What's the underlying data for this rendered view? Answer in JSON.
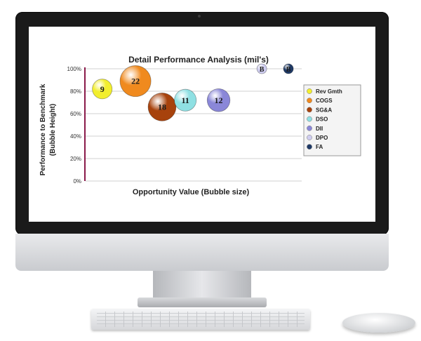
{
  "chart_data": {
    "type": "bubble",
    "title": "Detail Performance Analysis (mil's)",
    "xlabel": "Opportunity Value (Bubble size)",
    "ylabel": "Performance to Benchmark",
    "ylabel2": "(Bubble Height)",
    "ylim": [
      0,
      100
    ],
    "yticks": [
      "0%",
      "20%",
      "40%",
      "60%",
      "80%",
      "100%"
    ],
    "ytick_values": [
      0,
      20,
      40,
      60,
      80,
      100
    ],
    "grid": true,
    "legend_position": "right",
    "legend": [
      {
        "name": "Rev Gmth",
        "color": "#f2ee2e"
      },
      {
        "name": "COGS",
        "color": "#f08a1e"
      },
      {
        "name": "SG&A",
        "color": "#a7420c"
      },
      {
        "name": "DSO",
        "color": "#8fe0e3"
      },
      {
        "name": "DII",
        "color": "#8a87d8"
      },
      {
        "name": "DPO",
        "color": "#cfcdf0"
      },
      {
        "name": "FA",
        "color": "#1f3a66"
      }
    ],
    "bubbles": [
      {
        "label": "9",
        "series": "Rev Gmth",
        "x": 1.0,
        "y": 82,
        "size": 9,
        "color": "#f2ee2e"
      },
      {
        "label": "22",
        "series": "COGS",
        "x": 3.0,
        "y": 89,
        "size": 22,
        "color": "#f08a1e"
      },
      {
        "label": "18",
        "series": "SG&A",
        "x": 4.6,
        "y": 66,
        "size": 18,
        "color": "#a7420c"
      },
      {
        "label": "11",
        "series": "DSO",
        "x": 6.0,
        "y": 72,
        "size": 11,
        "color": "#8fe0e3"
      },
      {
        "label": "12",
        "series": "DII",
        "x": 8.0,
        "y": 72,
        "size": 12,
        "color": "#8a87d8"
      },
      {
        "label": "B",
        "series": "DPO",
        "x": 10.6,
        "y": 100,
        "size": 2,
        "color": "#cfcdf0"
      },
      {
        "label": "B",
        "series": "FA",
        "x": 12.2,
        "y": 100,
        "size": 2,
        "color": "#1f3a66"
      }
    ],
    "xlim": [
      0,
      13
    ]
  }
}
